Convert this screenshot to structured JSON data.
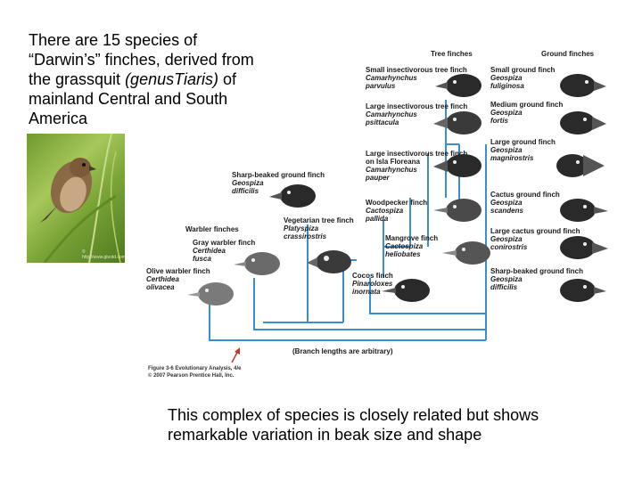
{
  "intro": {
    "line1": "There are 15 species of",
    "line2": "“Darwin’s” finches, derived from",
    "line3_a": "the grassquit ",
    "line3_b": "(genus",
    "line3_c": "Tiaris)",
    "line3_d": " of",
    "line4": "mainland Central and South",
    "line5": "America"
  },
  "photo": {
    "credit": "© http://www.gbcdd.com"
  },
  "figure": {
    "header_tree": "Tree finches",
    "header_ground": "Ground finches",
    "branch_note": "(Branch lengths are arbitrary)",
    "credit_1": "Figure 3-6 Evolutionary Analysis, 4/e",
    "credit_2": "© 2007 Pearson Prentice Hall, Inc.",
    "species": [
      {
        "name": "Small insectivorous tree finch",
        "sci": "Camarhynchus",
        "sci2": "parvulus"
      },
      {
        "name": "Large insectivorous tree finch",
        "sci": "Camarhynchus",
        "sci2": "psittacula"
      },
      {
        "name": "Large insectivorous tree finch",
        "name2": "on Isla Floreana",
        "sci": "Camarhynchus",
        "sci2": "pauper"
      },
      {
        "name": "Woodpecker finch",
        "sci": "Cactospiza",
        "sci2": "pallida"
      },
      {
        "name": "Mangrove finch",
        "sci": "Cactospiza",
        "sci2": "heliobates"
      },
      {
        "name": "Vegetarian tree finch",
        "sci": "Platyspiza",
        "sci2": "crassirostris"
      },
      {
        "name": "Cocos finch",
        "sci": "Pinaroloxes",
        "sci2": "inornata"
      },
      {
        "name": "Sharp-beaked ground finch",
        "sci": "Geospiza",
        "sci2": "difficilis"
      },
      {
        "name": "Warbler finches",
        "sci": "",
        "sci2": ""
      },
      {
        "name": "Gray warbler finch",
        "sci": "Certhidea",
        "sci2": "fusca"
      },
      {
        "name": "Olive warbler finch",
        "sci": "Certhidea",
        "sci2": "olivacea"
      },
      {
        "name": "Small ground finch",
        "sci": "Geospiza",
        "sci2": "fuliginosa"
      },
      {
        "name": "Medium ground finch",
        "sci": "Geospiza",
        "sci2": "fortis"
      },
      {
        "name": "Large ground finch",
        "sci": "Geospiza",
        "sci2": "magnirostris"
      },
      {
        "name": "Cactus ground finch",
        "sci": "Geospiza",
        "sci2": "scandens"
      },
      {
        "name": "Large cactus ground finch",
        "sci": "Geospiza",
        "sci2": "conirostris"
      },
      {
        "name": "Sharp-beaked ground finch",
        "sci": "Geospiza",
        "sci2": "difficilis"
      }
    ]
  },
  "outro": {
    "line1": "This complex of species is closely related but shows",
    "line2": "remarkable variation in beak size and shape"
  },
  "colors": {
    "tree_line": "#3a8fd0",
    "arrow": "#c0392b",
    "head": "#1e1e1e",
    "photo_green": "#7aa437"
  }
}
